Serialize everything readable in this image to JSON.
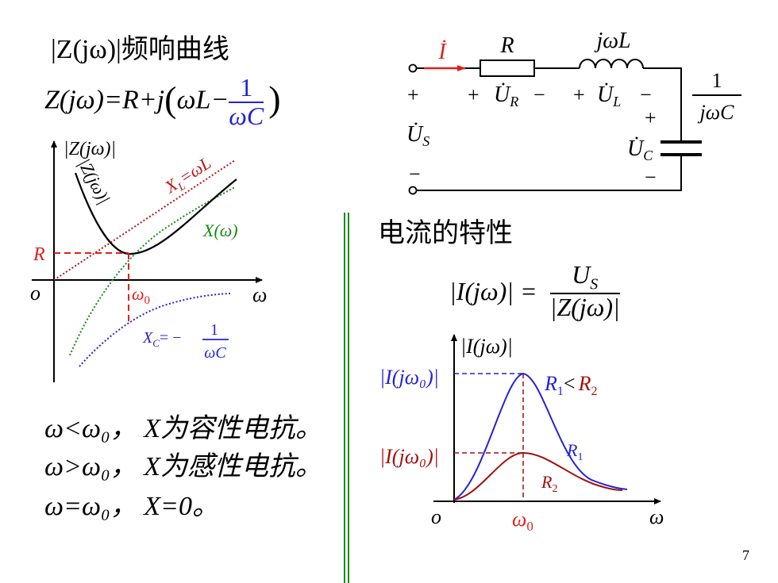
{
  "left": {
    "heading": "|Z(jω)|频响曲线",
    "formula_lhs": "Z(jω)=R+j",
    "formula_term": "ωL−",
    "formula_frac_num": "1",
    "formula_frac_den": "ωC",
    "graph": {
      "ylabel": "|Z(jω)|",
      "origin": "o",
      "xlabel": "ω",
      "r_label": "R",
      "w0_label": "ω",
      "w0_sub": "0",
      "curve_label": "|Z(jω)|",
      "xl_label": "X",
      "xl_sub": "L",
      "xl_eq": "=ωL",
      "x_label": "X(ω)",
      "xc_label": "X",
      "xc_sub": "C",
      "xc_eq": "= −",
      "xc_num": "1",
      "xc_den": "ωC"
    },
    "lines": [
      "ω<ω₀， X为容性电抗。",
      "ω>ω₀， X为感性电抗。",
      "ω=ω₀， X=0。"
    ]
  },
  "circuit": {
    "current": "İ",
    "r": "R",
    "l": "jωL",
    "c_num": "1",
    "c_den": "jωC",
    "us": "U̇",
    "us_sub": "S",
    "ur": "U̇",
    "ur_sub": "R",
    "ul": "U̇",
    "ul_sub": "L",
    "uc": "U̇",
    "uc_sub": "C",
    "plus": "+",
    "minus": "−"
  },
  "right": {
    "heading": "电流的特性",
    "formula_lhs": "|I(jω)| =",
    "formula_num": "U",
    "formula_num_sub": "S",
    "formula_den": "|Z(jω)|",
    "graph": {
      "ylabel": "|I(jω)|",
      "peak_label": "|I(jω₀)|",
      "origin": "o",
      "xlabel": "ω",
      "w0_label": "ω",
      "w0_sub": "0",
      "r1": "R",
      "r1_sub": "1",
      "lt": "<",
      "r2": "R",
      "r2_sub": "2"
    }
  },
  "page_number": "7",
  "colors": {
    "blue": "#2323d6",
    "red": "#e0201a",
    "dark_red": "#a01010",
    "green": "#138a13",
    "divider": "#1c8a1c"
  }
}
